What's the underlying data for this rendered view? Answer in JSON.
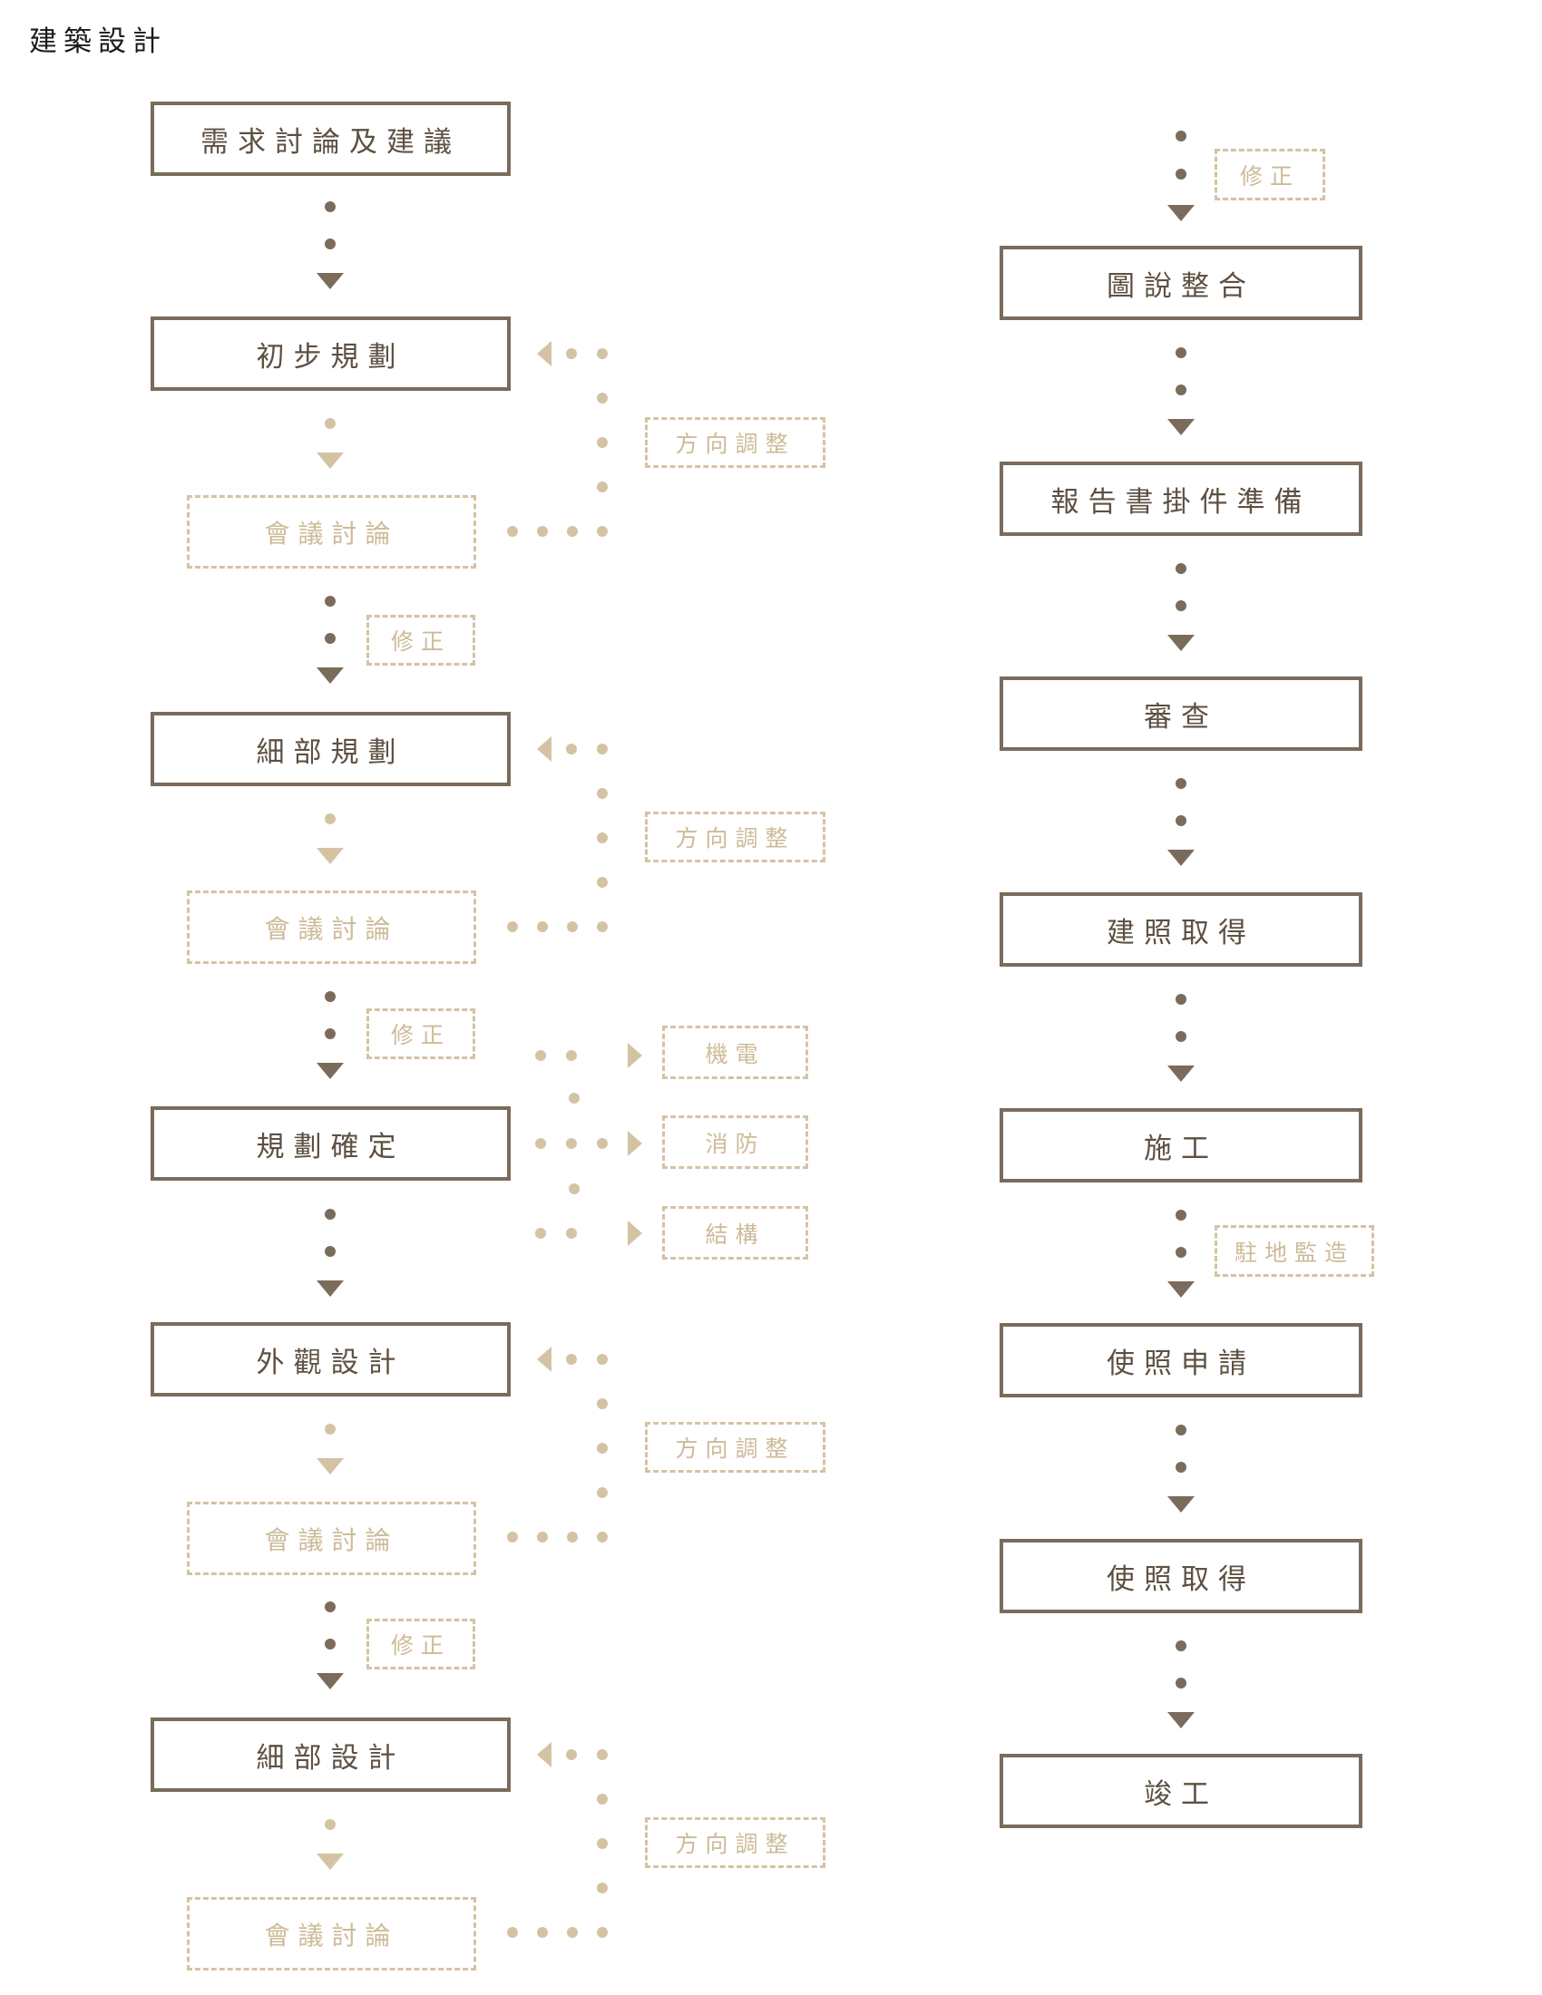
{
  "title": "建築設計",
  "left_column": {
    "steps": [
      {
        "label": "需求討論及建議"
      },
      {
        "label": "初步規劃",
        "meeting": "會議討論",
        "adjust": "方向調整",
        "fix": "修正"
      },
      {
        "label": "細部規劃",
        "meeting": "會議討論",
        "adjust": "方向調整",
        "fix": "修正"
      },
      {
        "label": "規劃確定",
        "branches": [
          "機電",
          "消防",
          "結構"
        ]
      },
      {
        "label": "外觀設計",
        "meeting": "會議討論",
        "adjust": "方向調整",
        "fix": "修正"
      },
      {
        "label": "細部設計",
        "meeting": "會議討論",
        "adjust": "方向調整"
      }
    ]
  },
  "right_column": {
    "top_note": "修正",
    "steps": [
      {
        "label": "圖說整合"
      },
      {
        "label": "報告書掛件準備"
      },
      {
        "label": "審查"
      },
      {
        "label": "建照取得"
      },
      {
        "label": "施工",
        "note": "駐地監造"
      },
      {
        "label": "使照申請"
      },
      {
        "label": "使照取得"
      },
      {
        "label": "竣工"
      }
    ]
  },
  "colors": {
    "primary": "#7a6b5b",
    "secondary": "#d4c3a3",
    "text_primary": "#5d5042",
    "text_secondary": "#cdbb98"
  }
}
